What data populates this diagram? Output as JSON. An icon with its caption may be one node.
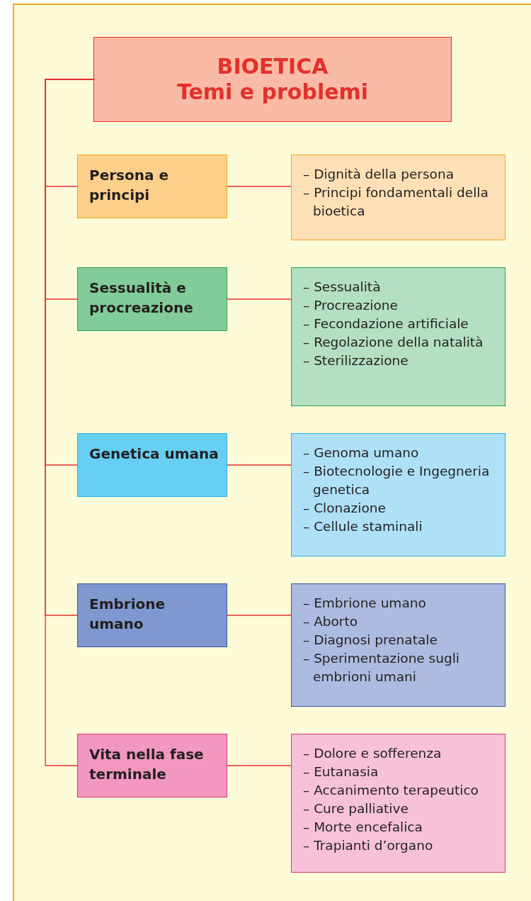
{
  "diagram": {
    "nodes": [
      {
        "text": [
          "BIOETICA",
          "Temi e problemi"
        ]
      },
      {
        "text": [
          "Persona e principi"
        ]
      },
      {
        "text": [
          "– Dignità della persona",
          "– Principi fondamentali della bioetica"
        ]
      },
      {
        "text": [
          "Sessualità e procreazione"
        ]
      },
      {
        "text": [
          "– Sessualità",
          "– Procreazione",
          "– Fecondazione artificiale",
          "– Regolazione della natalità",
          "– Sterilizzazione"
        ]
      },
      {
        "text": [
          "Genetica umana"
        ]
      },
      {
        "text": [
          "– Genoma umano",
          "– Biotecnologie e Ingegneria genetica",
          "– Clonazione",
          "– Cellule staminali"
        ]
      },
      {
        "text": [
          "Embrione umano"
        ]
      },
      {
        "text": [
          "– Embrione umano",
          "– Aborto",
          "– Diagnosi prenatale",
          "– Sperimentazione sugli embrioni umani"
        ]
      },
      {
        "text": [
          "Vita nella fase terminale"
        ]
      },
      {
        "text": [
          "– Dolore e sofferenza",
          "– Eutanasia",
          "– Accanimento terapeutico",
          "– Cure palliative",
          "– Morte encefalica",
          "– Trapianti d’organo"
        ]
      }
    ],
    "edges": [
      {
        "from": 0,
        "to": 1,
        "arrow": "none"
      },
      {
        "from": 0,
        "to": 3,
        "arrow": "none"
      },
      {
        "from": 0,
        "to": 5,
        "arrow": "none"
      },
      {
        "from": 0,
        "to": 7,
        "arrow": "none"
      },
      {
        "from": 0,
        "to": 9,
        "arrow": "none"
      },
      {
        "from": 1,
        "to": 2,
        "arrow": "none"
      },
      {
        "from": 3,
        "to": 4,
        "arrow": "none"
      },
      {
        "from": 5,
        "to": 6,
        "arrow": "none"
      },
      {
        "from": 7,
        "to": 8,
        "arrow": "none"
      },
      {
        "from": 9,
        "to": 10,
        "arrow": "none"
      }
    ]
  }
}
